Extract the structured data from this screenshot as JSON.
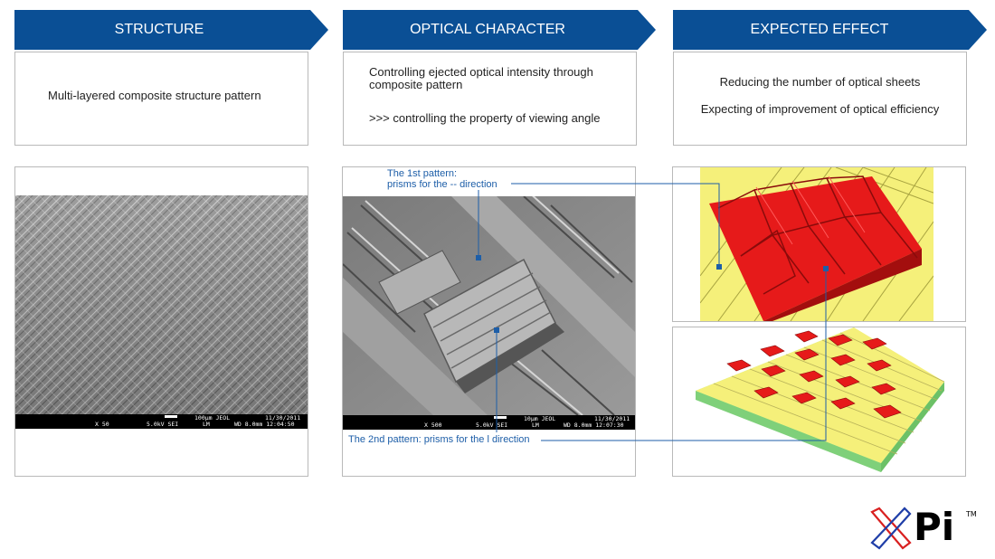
{
  "columns": [
    {
      "header": "STRUCTURE",
      "lines": [
        "Multi-layered composite structure pattern"
      ]
    },
    {
      "header": "OPTICAL CHARACTER",
      "lines": [
        "Controlling ejected optical intensity through composite pattern",
        ">>> controlling the property of viewing angle"
      ]
    },
    {
      "header": "EXPECTED EFFECT",
      "lines": [
        "Reducing the number of optical sheets",
        "Expecting of improvement of optical efficiency"
      ]
    }
  ],
  "sem_left": {
    "scale": "100µm JEOL",
    "date": "11/30/2011",
    "mag": "X 50",
    "kv": "5.0kV SEI",
    "lm": "LM",
    "wd": "WD 8.0mm 12:04:50"
  },
  "sem_mid": {
    "scale": "10µm JEOL",
    "date": "11/30/2011",
    "mag": "X 500",
    "kv": "5.0kV SEI",
    "lm": "LM",
    "wd": "WD 8.0mm 12:07:30"
  },
  "annotations": {
    "first_pattern_line1": "The 1st pattern:",
    "first_pattern_line2": "prisms for the -- direction",
    "second_pattern": "The 2nd pattern: prisms for the l direction"
  },
  "logo": {
    "text": "Pi",
    "tm": "TM"
  },
  "colors": {
    "header_blue": "#0a4f95",
    "annotation_blue": "#1d5ea8",
    "prism_red": "#e61a1a",
    "film_yellow": "#f5f07a",
    "base_green": "#a6f0a0"
  }
}
